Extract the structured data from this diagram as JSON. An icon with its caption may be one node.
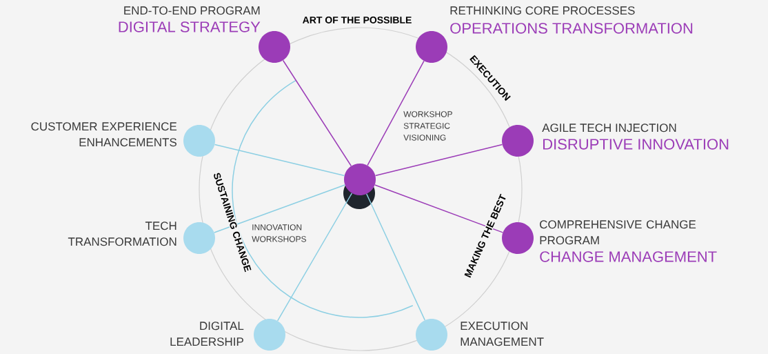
{
  "diagram": {
    "nodes": [
      {
        "text": [
          "END-TO-END PROGRAM",
          "DIGITAL STRATEGY"
        ]
      },
      {
        "text": [
          "RETHINKING CORE PROCESSES",
          "OPERATIONS TRANSFORMATION"
        ]
      },
      {
        "text": [
          "CUSTOMER EXPERIENCE ENHANCEMENTS"
        ]
      },
      {
        "text": [
          "AGILE TECH INJECTION",
          "DISRUPTIVE INNOVATION"
        ]
      },
      {
        "text": [],
        "shape": "circle"
      },
      {
        "text": [
          "TECH TRANSFORMATION"
        ]
      },
      {
        "text": [
          "COMPREHENSIVE CHANGE PROGRAM",
          "CHANGE MANAGEMENT"
        ]
      },
      {
        "text": [
          "DIGITAL LEADERSHIP"
        ]
      },
      {
        "text": [
          "EXECUTION MANAGEMENT"
        ]
      }
    ],
    "edges": [
      {
        "from": 4,
        "to": 0,
        "arrow": "none",
        "color": "#9b3cb7"
      },
      {
        "from": 4,
        "to": 1,
        "arrow": "none",
        "color": "#9b3cb7"
      },
      {
        "from": 4,
        "to": 3,
        "arrow": "none",
        "color": "#9b3cb7"
      },
      {
        "from": 4,
        "to": 6,
        "arrow": "none",
        "color": "#9b3cb7"
      },
      {
        "from": 4,
        "to": 2,
        "arrow": "none",
        "color": "#8ccfe3"
      },
      {
        "from": 4,
        "to": 5,
        "arrow": "none",
        "color": "#8ccfe3"
      },
      {
        "from": 4,
        "to": 7,
        "arrow": "none",
        "color": "#8ccfe3"
      },
      {
        "from": 4,
        "to": 8,
        "arrow": "none",
        "color": "#8ccfe3"
      }
    ],
    "labels": [
      "ART OF THE POSSIBLE",
      "EXECUTION",
      "WORKSHOP STRATEGIC VISIONING",
      "SUSTAINING CHANGE",
      "MAKING THE BEST",
      "INNOVATION WORKSHOPS"
    ]
  }
}
